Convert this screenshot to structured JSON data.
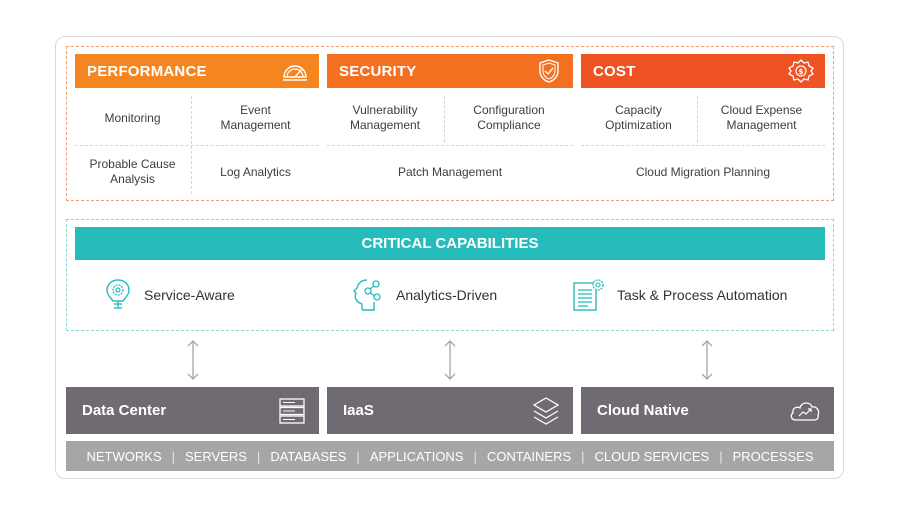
{
  "categories": [
    {
      "title": "PERFORMANCE",
      "icon": "speedometer-icon",
      "color": "#f5851f",
      "cells": [
        [
          "Monitoring",
          "Event\nManagement"
        ],
        [
          "Probable Cause\nAnalysis",
          "Log Analytics"
        ]
      ]
    },
    {
      "title": "SECURITY",
      "icon": "shield-check-icon",
      "color": "#f37021",
      "cells": [
        [
          "Vulnerability\nManagement",
          "Configuration\nCompliance"
        ],
        [
          "Patch Management"
        ]
      ]
    },
    {
      "title": "COST",
      "icon": "gear-dollar-icon",
      "color": "#ef5323",
      "cells": [
        [
          "Capacity\nOptimization",
          "Cloud Expense\nManagement"
        ],
        [
          "Cloud Migration Planning"
        ]
      ]
    }
  ],
  "critical": {
    "title": "CRITICAL CAPABILITIES",
    "color": "#27bcbc",
    "items": [
      {
        "label": "Service-Aware",
        "icon": "lightbulb-gear-icon"
      },
      {
        "label": "Analytics-Driven",
        "icon": "head-network-icon"
      },
      {
        "label": "Task & Process Automation",
        "icon": "document-gear-icon"
      }
    ]
  },
  "platforms": [
    {
      "label": "Data Center",
      "icon": "server-stack-icon"
    },
    {
      "label": "IaaS",
      "icon": "layers-icon"
    },
    {
      "label": "Cloud Native",
      "icon": "cloud-trend-icon"
    }
  ],
  "resources": [
    "NETWORKS",
    "SERVERS",
    "DATABASES",
    "APPLICATIONS",
    "CONTAINERS",
    "CLOUD SERVICES",
    "PROCESSES"
  ],
  "resource_separator": "|"
}
